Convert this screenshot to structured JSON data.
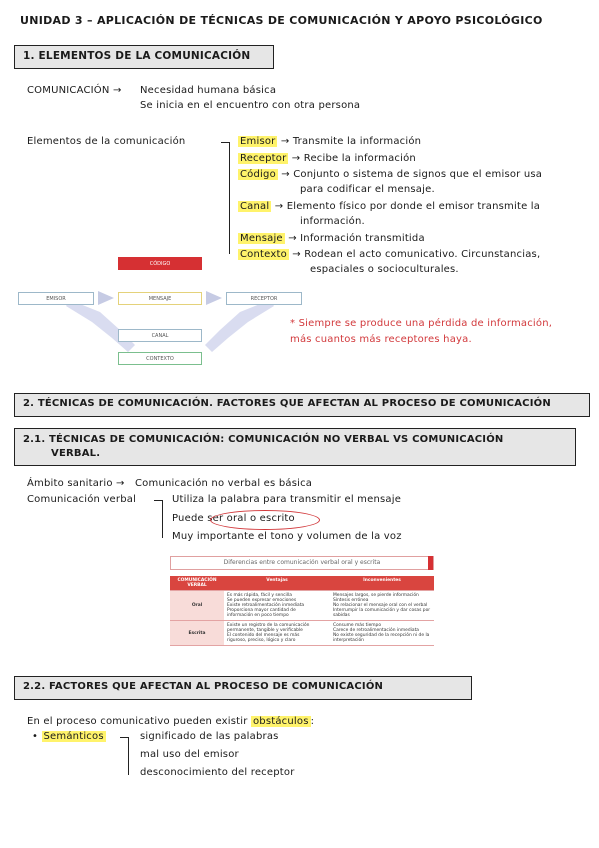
{
  "page_title": "UNIDAD 3 – APLICACIÓN DE TÉCNICAS DE COMUNICACIÓN Y APOYO PSICOLÓGICO",
  "section1": {
    "heading": "1. ELEMENTOS DE LA COMUNICACIÓN",
    "comunicacion_label": "COMUNICACIÓN →",
    "comunicacion_line1": "Necesidad humana básica",
    "comunicacion_line2": "Se inicia en el encuentro con otra persona",
    "elementos_label": "Elementos de la comunicación",
    "elements": [
      {
        "term": "Emisor",
        "def": "→ Transmite la información"
      },
      {
        "term": "Receptor",
        "def": "→ Recibe la información"
      },
      {
        "term": "Código",
        "def": "→ Conjunto o sistema de signos que el emisor usa",
        "def2": "para codificar el mensaje."
      },
      {
        "term": "Canal",
        "def": "→ Elemento físico por donde el emisor transmite la",
        "def2": "información."
      },
      {
        "term": "Mensaje",
        "def": "→ Información transmitida"
      },
      {
        "term": "Contexto",
        "def": "→ Rodean el acto comunicativo. Circunstancias,",
        "def2": "espaciales o socioculturales."
      }
    ],
    "diagram": {
      "codigo": "CÓDIGO",
      "emisor": "EMISOR",
      "mensaje": "MENSAJE",
      "receptor": "RECEPTOR",
      "canal": "CANAL",
      "contexto": "CONTEXTO"
    },
    "note_line1": "* Siempre se produce una pérdida de información,",
    "note_line2": "más cuantos más receptores haya."
  },
  "section2": {
    "heading": "2. TÉCNICAS DE COMUNICACIÓN. FACTORES QUE AFECTAN AL PROCESO DE COMUNICACIÓN"
  },
  "section21": {
    "heading_line1": "2.1. TÉCNICAS DE COMUNICACIÓN: COMUNICACIÓN NO VERBAL VS COMUNICACIÓN",
    "heading_line2": "VERBAL.",
    "ambito_label": "Ámbito sanitario →",
    "ambito_text": "Comunicación no verbal es básica",
    "verbal_label": "Comunicación verbal",
    "verbal_items": [
      "Utiliza la palabra para transmitir el mensaje",
      "Puede ser oral o escrito",
      "Muy importante el tono y volumen de la voz"
    ],
    "table": {
      "title": "Diferencias entre comunicación verbal oral y escrita",
      "headers": [
        "COMUNICACIÓN VERBAL",
        "Ventajas",
        "Inconvenientes"
      ],
      "rows": [
        {
          "cat": "Oral",
          "ventajas": [
            "Es más rápida, fácil y sencilla",
            "Se pueden expresar emociones",
            "Existe retroalimentación inmediata",
            "Proporciona mayor cantidad de",
            "información en poco tiempo"
          ],
          "inconvenientes": [
            "Mensajes largos, se pierde información",
            "Síntesis errónea",
            "No relacionar el mensaje oral con el verbal",
            "Interrumpir la comunicación y dar cosas por",
            "sabidas"
          ]
        },
        {
          "cat": "Escrita",
          "ventajas": [
            "Existe un registro de la comunicación",
            "permanente, tangible y verificable",
            "El contenido del mensaje es más",
            "riguroso, preciso, lógico y claro"
          ],
          "inconvenientes": [
            "Consume más tiempo",
            "Carece de retroalimentación inmediata",
            "No existe seguridad de la recepción ni de la",
            "interpretación"
          ]
        }
      ]
    }
  },
  "section22": {
    "heading": "2.2. FACTORES QUE AFECTAN AL PROCESO DE COMUNICACIÓN",
    "intro_pre": "En el proceso comunicativo pueden existir",
    "intro_hl": "obstáculos",
    "intro_post": ":",
    "bullet_term": "Semánticos",
    "bullet_items": [
      "significado de las palabras",
      "mal uso del emisor",
      "desconocimiento del receptor"
    ]
  },
  "colors": {
    "highlight": "#fff36b",
    "accent_red": "#d2393c",
    "box_grey": "#e6e6e6"
  }
}
